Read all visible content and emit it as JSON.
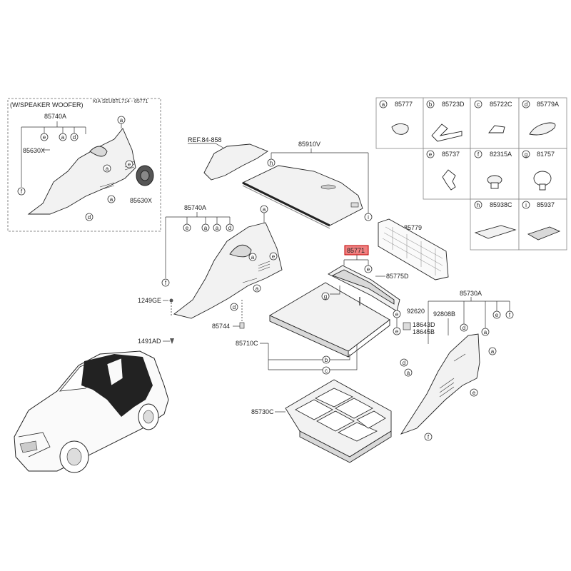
{
  "inset": {
    "title": "(W/SPEAKER WOOFER)",
    "overlap_text": "KIA SEUBTL714 - 85771",
    "label_85740A": "85740A",
    "label_85630X_left": "85630X",
    "label_85630X_right": "85630X"
  },
  "labels": {
    "ref": "REF.84-858",
    "p85910V": "85910V",
    "p85740A": "85740A",
    "p1249GE": "1249GE",
    "p85744": "85744",
    "p1491AD": "1491AD",
    "p85779": "85779",
    "p85771": "85771",
    "p85775D": "85775D",
    "p85710C": "85710C",
    "p85730C": "85730C",
    "p85730A": "85730A",
    "p92620": "92620",
    "p92808B": "92808B",
    "p18643D": "18643D",
    "p18645B": "18645B"
  },
  "legend": [
    {
      "letter": "a",
      "part": "85777"
    },
    {
      "letter": "b",
      "part": "85723D"
    },
    {
      "letter": "c",
      "part": "85722C"
    },
    {
      "letter": "d",
      "part": "85779A"
    },
    {
      "letter": "e",
      "part": "85737"
    },
    {
      "letter": "f",
      "part": "82315A"
    },
    {
      "letter": "g",
      "part": "81757"
    },
    {
      "letter": "h",
      "part": "85938C"
    },
    {
      "letter": "i",
      "part": "85937"
    }
  ],
  "callouts": {
    "a": "a",
    "b": "b",
    "c": "c",
    "d": "d",
    "e": "e",
    "f": "f",
    "g": "g",
    "h": "h",
    "i": "i"
  },
  "colors": {
    "highlight_fill": "#f08080",
    "highlight_border": "#c00000",
    "line": "#333333",
    "part_fill": "#f2f2f2"
  }
}
